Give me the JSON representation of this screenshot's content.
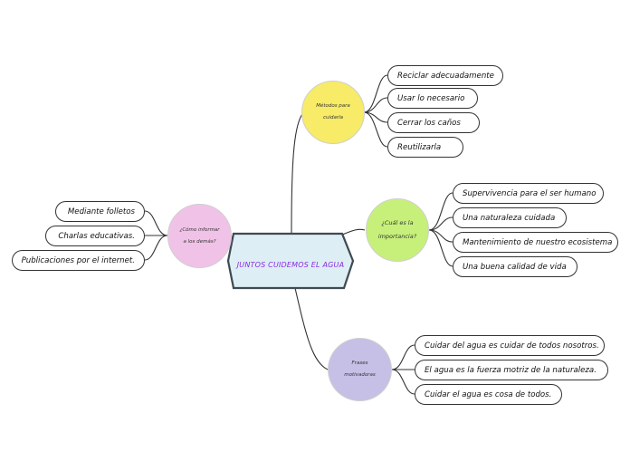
{
  "center": {
    "title": "JUNTOS CUIDEMOS EL AGUA"
  },
  "branches": {
    "metodos": {
      "label": "Métodos para cuidarla",
      "color": "#f7eb67",
      "items": [
        "Reciclar adecuadamente",
        "Usar lo necesario",
        "Cerrar los caños",
        "Reutilizarla"
      ]
    },
    "importancia": {
      "label": "¿Cuál es la importancia?",
      "color": "#c7f07a",
      "items": [
        "Supervivencia para el ser humano",
        "Una naturaleza cuidada",
        "Mantenimiento de nuestro ecosistema",
        "Una buena calidad de vida"
      ]
    },
    "frases": {
      "label": "Frases motivadoras",
      "color": "#c6bfe6",
      "items": [
        "Cuidar del agua es cuidar de todos nosotros.",
        "El agua es la fuerza motriz de la naturaleza.",
        "Cuidar el agua es cosa de todos."
      ]
    },
    "informar": {
      "label": "¿Cómo informar a los demás?",
      "color": "#f1c2e7",
      "items": [
        "Mediante folletos",
        "Charlas educativas.",
        "Publicaciones por el internet."
      ]
    }
  },
  "colors": {
    "center_fill": "#ddeef5",
    "center_border": "#3f4a52",
    "edge": "#333333"
  }
}
